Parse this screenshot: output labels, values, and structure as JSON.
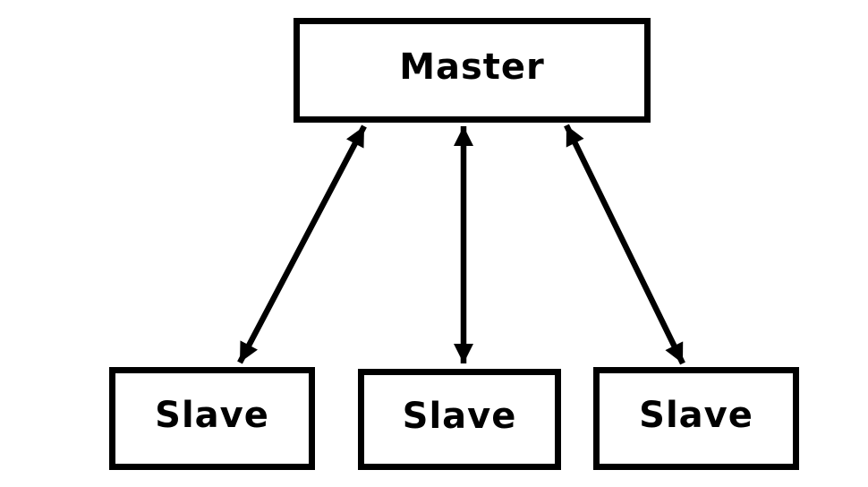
{
  "diagram": {
    "type": "master-slave-topology",
    "nodes": {
      "master": {
        "label": "Master"
      },
      "slave1": {
        "label": "Slave"
      },
      "slave2": {
        "label": "Slave"
      },
      "slave3": {
        "label": "Slave"
      }
    },
    "edges": [
      {
        "from": "master",
        "to": "slave1",
        "direction": "bidirectional"
      },
      {
        "from": "master",
        "to": "slave2",
        "direction": "bidirectional"
      },
      {
        "from": "master",
        "to": "slave3",
        "direction": "bidirectional"
      }
    ],
    "colors": {
      "stroke": "#000000",
      "node_fill": "#ffffff",
      "background": "#ffffff"
    }
  }
}
